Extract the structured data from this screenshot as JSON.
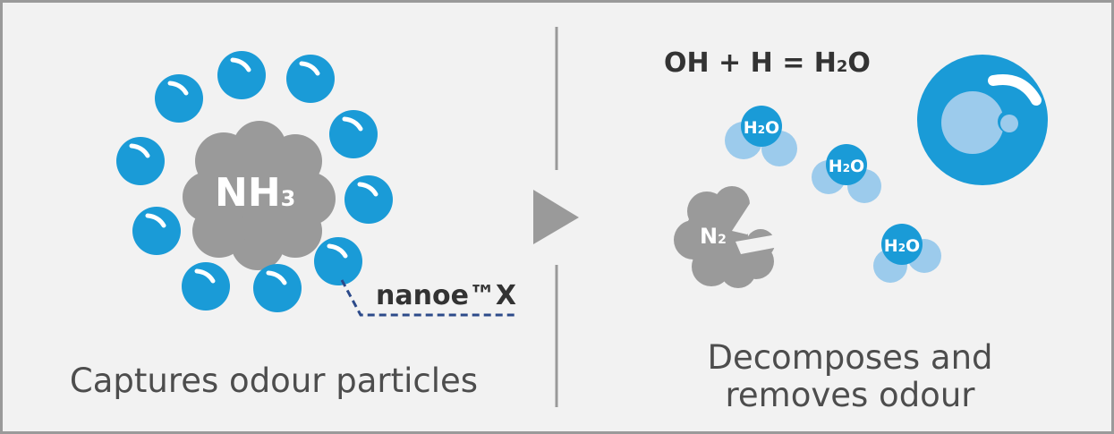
{
  "colors": {
    "background": "#f2f2f2",
    "border": "#9a9a9a",
    "divider": "#9a9a9a",
    "ion_blue": "#1a9bd7",
    "light_blue": "#9ccbec",
    "cloud_gray": "#9a9a9a",
    "text_dark": "#333333",
    "caption_gray": "#4d4d4d",
    "dashed_line": "#2c4a8a"
  },
  "left": {
    "molecule_label": "NH",
    "molecule_subscript": "3",
    "nanoe_label": "nanoe™X",
    "caption": "Captures odour particles"
  },
  "arrow_icon": "play-triangle-icon",
  "right": {
    "equation": "OH + H = H",
    "equation_subscript": "2",
    "equation_tail": "O",
    "n2_label": "N",
    "n2_subscript": "2",
    "water_label": "H",
    "water_subscript": "2",
    "water_tail": "O",
    "caption_line1": "Decomposes and",
    "caption_line2": "removes odour"
  }
}
